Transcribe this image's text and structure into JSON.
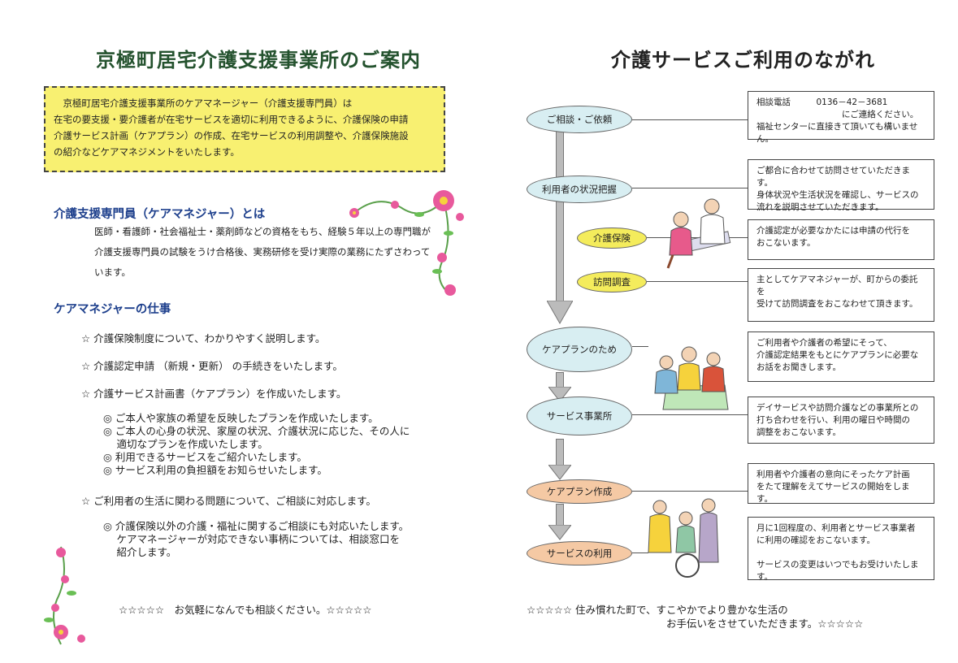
{
  "left": {
    "title": "京極町居宅介護支援事業所のご案内",
    "intro": "　京極町居宅介護支援事業所のケアマネージャー（介護支援専門員）は\n在宅の要支援・要介護者が在宅サービスを適切に利用できるように、介護保険の申請\n介護サービス計画（ケアプラン）の作成、在宅サービスの利用調整や、介護保険施設\nの紹介などケアマネジメントをいたします。",
    "section1_heading": "介護支援専門員（ケアマネジャー）とは",
    "section1_body": "医師・看護師・社会福祉士・薬剤師などの資格をもち、経験５年以上の専門職が\n介護支援専門員の試験をうけ合格後、実務研修を受け実際の業務にたずさわって\nいます。",
    "section2_heading": "ケアマネジャーの仕事",
    "duty1": "☆ 介護保険制度について、わかりやすく説明します。",
    "duty2": "☆ 介護認定申請 （新規・更新） の手続きをいたします。",
    "duty3": "☆ 介護サービス計画書（ケアプラン）を作成いたします。",
    "duty3_sub": "◎ ご本人や家族の希望を反映したプランを作成いたします。\n◎ ご本人の心身の状況、家屋の状況、介護状況に応じた、その人に\n　 適切なプランを作成いたします。\n◎ 利用できるサービスをご紹介いたします。\n◎ サービス利用の負担額をお知らせいたします。",
    "duty4": "☆ ご利用者の生活に関わる問題について、ご相談に対応します。",
    "duty4_sub": "◎ 介護保険以外の介護・福祉に関するご相談にも対応いたします。\n　 ケアマネージャーが対応できない事柄については、相談窓口を\n　 紹介します。",
    "footer": "☆☆☆☆☆　お気軽になんでも相談ください。☆☆☆☆☆"
  },
  "right": {
    "title": "介護サービスご利用のながれ",
    "steps": [
      {
        "label": "ご相談・ご依頼"
      },
      {
        "label": "利用者の状況把握"
      },
      {
        "label": "介護保険"
      },
      {
        "label": "訪問調査"
      },
      {
        "label": "ケアプランのため"
      },
      {
        "label": "サービス事業所"
      },
      {
        "label": "ケアプラン作成"
      },
      {
        "label": "サービスの利用"
      }
    ],
    "info_boxes": [
      {
        "text": "相談電話　　　0136－42－3681\n　　　　　　　　　　にご連絡ください。\n福祉センターに直接きて頂いても構いません。"
      },
      {
        "text": "ご都合に合わせて訪問させていただきます。\n身体状況や生活状況を確認し、サービスの\n流れを説明させていただきます。"
      },
      {
        "text": "介護認定が必要なかたには申請の代行を\nおこないます。"
      },
      {
        "text": "主としてケアマネジャーが、町からの委託を\n受けて訪問調査をおこなわせて頂きます。"
      },
      {
        "text": "ご利用者や介護者の希望にそって、\n介護認定結果をもとにケアプランに必要な\nお話をお聞きします。"
      },
      {
        "text": "デイサービスや訪問介護などの事業所との\n打ち合わせを行い、利用の曜日や時間の\n調整をおこないます。"
      },
      {
        "text": "利用者や介護者の意向にそったケア計画\nをたて理解をえてサービスの開始をします。"
      },
      {
        "text": "月に1回程度の、利用者とサービス事業者\nに利用の確認をおこないます。\n\nサービスの変更はいつでもお受けいたします。"
      }
    ],
    "footer_line1": "☆☆☆☆☆ 住み慣れた町で、すこやかでより豊かな生活の",
    "footer_line2": "お手伝いをさせていただきます。☆☆☆☆☆",
    "colors": {
      "blue_oval": "#d8eef2",
      "orange_oval": "#f5c9a4",
      "yellow_oval": "#f4ec5c",
      "intro_bg": "#f8f071"
    }
  }
}
